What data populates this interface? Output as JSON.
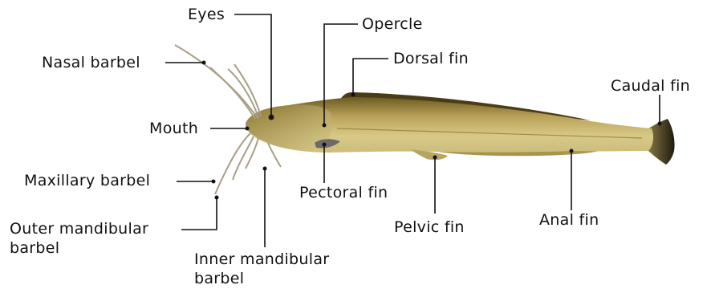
{
  "labels": {
    "eyes": "Eyes",
    "opercle": "Opercle",
    "dorsal_fin": "Dorsal fin",
    "nasal_barbel": "Nasal barbel",
    "caudal_fin": "Caudal fin",
    "mouth": "Mouth",
    "maxillary_barbel": "Maxillary barbel",
    "pectoral_fin": "Pectoral fin",
    "outer_mandibular_line1": "Outer mandibular",
    "outer_mandibular_line2": "barbel",
    "pelvic_fin": "Pelvic fin",
    "anal_fin": "Anal fin",
    "inner_mandibular_line1": "Inner mandibular",
    "inner_mandibular_line2": "barbel"
  },
  "colors": {
    "leader_line": "#111111",
    "body_light": "#d9c98a",
    "body_dark": "#5a4a1c",
    "fin_dark": "#2b2414"
  }
}
